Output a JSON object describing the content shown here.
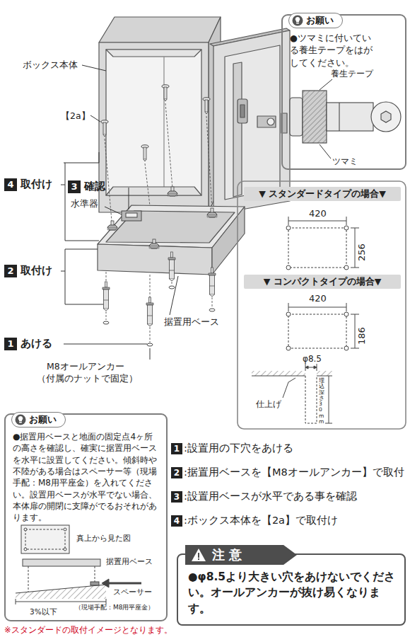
{
  "diagram": {
    "nodes": [
      {
        "text": [
          "お願い",
          "●ツマミに付いている養生テープをはがしてください。"
        ]
      },
      {
        "text": [
          "4",
          "取付け"
        ]
      },
      {
        "text": [
          "3",
          "確認"
        ]
      },
      {
        "text": [
          "▼ スタンダードタイプの場合▼"
        ]
      },
      {
        "text": [
          "2",
          "取付け"
        ]
      },
      {
        "text": [
          "▼ コンパクトタイプの場合▼"
        ]
      },
      {
        "text": [
          "1",
          "あける"
        ]
      },
      {
        "text": [
          "お願い",
          "●据置用ベースと地面の固定点4ヶ所の高さを確認し、確実に据置用ベースを水平に設置してください。傾斜時や不陸がある場合はスペーサー等（現場手配：M8用平座金）を入れてください。設置用ベースが水平でない場合、本体扉の開閉に支障がでるおそれがあります。"
        ]
      },
      {
        "text": [
          "1",
          ":設置用の下穴をあける"
        ]
      },
      {
        "text": [
          "2",
          ":据置用ベースを【M8オールアンカー】で取付"
        ]
      },
      {
        "text": [
          "3",
          ":設置用ベースが水平である事を確認"
        ]
      },
      {
        "text": [
          "4",
          ":ボックス本体を【2a】で取付け"
        ]
      },
      {
        "text": [
          "注 意",
          "●φ8.5より大きい穴をあけないでください。オールアンカーが抜け易くなります。"
        ]
      }
    ],
    "labels": [
      "ボックス本体",
      "【2a】",
      "水準器",
      "据置用ベース",
      "M8オールアンカー",
      "（付属のナットで固定）",
      "養生テープ",
      "ツマミ",
      "420",
      "256",
      "420",
      "186",
      "φ8.5",
      "仕上げ",
      "埋込深さ30mm",
      "真上から見た図",
      "据置用ベース",
      "スペーサー",
      "（現場手配：M8用平座金）",
      "3%以下",
      "※スタンダードの取付イメージとなります。"
    ]
  }
}
